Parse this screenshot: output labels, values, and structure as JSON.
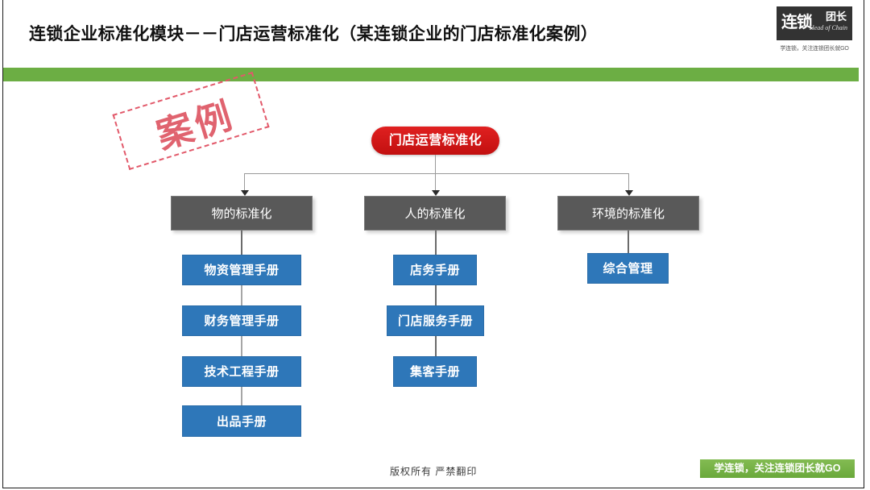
{
  "header": {
    "title": "连锁企业标准化模块－－门店运营标准化（某连锁企业的门店标准化案例）",
    "accent_green": "#6cae44"
  },
  "logo": {
    "main_text": "连锁",
    "sub_text": "团长",
    "english": "Head of Chain",
    "tagline": "学连锁，关注连锁团长就GO",
    "box_color": "#333333"
  },
  "stamp": {
    "label": "案例",
    "color": "#e0636f"
  },
  "diagram": {
    "root": {
      "label": "门店运营标准化",
      "color": "#d01a1a"
    },
    "branches": [
      {
        "label": "物的标准化",
        "color": "#595959",
        "items": [
          {
            "label": "物资管理手册",
            "color": "#2e77b9"
          },
          {
            "label": "财务管理手册",
            "color": "#2e77b9"
          },
          {
            "label": "技术工程手册",
            "color": "#2e77b9"
          },
          {
            "label": "出品手册",
            "color": "#2e77b9"
          }
        ]
      },
      {
        "label": "人的标准化",
        "color": "#595959",
        "items": [
          {
            "label": "店务手册",
            "color": "#2e77b9"
          },
          {
            "label": "门店服务手册",
            "color": "#2e77b9"
          },
          {
            "label": "集客手册",
            "color": "#2e77b9"
          }
        ]
      },
      {
        "label": "环境的标准化",
        "color": "#595959",
        "items": [
          {
            "label": "综合管理",
            "color": "#2e77b9"
          }
        ]
      }
    ]
  },
  "footer": {
    "copyright": "版权所有  严禁翻印",
    "badge": "学连锁，关注连锁团长就GO",
    "badge_color": "#6aa93c"
  }
}
